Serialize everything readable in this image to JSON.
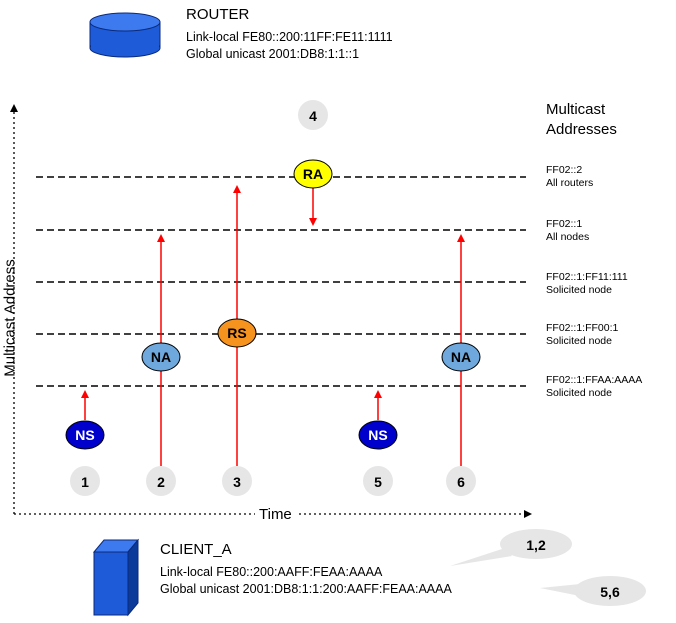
{
  "router": {
    "name": "ROUTER",
    "link_local": "Link-local FE80::200:11FF:FE11:1111",
    "global_unicast": "Global unicast 2001:DB8:1:1::1"
  },
  "client": {
    "name": "CLIENT_A",
    "link_local": "Link-local FE80::200:AAFF:FEAA:AAAA",
    "global_unicast": "Global unicast 2001:DB8:1:1:200:AAFF:FEAA:AAAA"
  },
  "multicast": {
    "title_line1": "Multicast",
    "title_line2": "Addresses",
    "levels": [
      {
        "address": "FF02::2",
        "desc": "All routers"
      },
      {
        "address": "FF02::1",
        "desc": "All nodes"
      },
      {
        "address": "FF02::1:FF11:111",
        "desc": "Solicited node"
      },
      {
        "address": "FF02::1:FF00:1",
        "desc": "Solicited node"
      },
      {
        "address": "FF02::1:FFAA:AAAA",
        "desc": "Solicited node"
      }
    ]
  },
  "axes": {
    "y_label": "Multicast Address",
    "x_label": "Time"
  },
  "steps": [
    "1",
    "2",
    "3",
    "4",
    "5",
    "6"
  ],
  "messages": {
    "ns1": "NS",
    "na2": "NA",
    "rs3": "RS",
    "ra4": "RA",
    "ns5": "NS",
    "na6": "NA"
  },
  "callouts": {
    "c12": "1,2",
    "c56": "5,6"
  },
  "colors": {
    "arrow": "#ff0000",
    "ns": "#0000cc",
    "na": "#6fa8dc",
    "rs": "#f6921e",
    "ra": "#ffff00",
    "step_badge": "#e6e6e6",
    "device": "#1e5bd8"
  }
}
